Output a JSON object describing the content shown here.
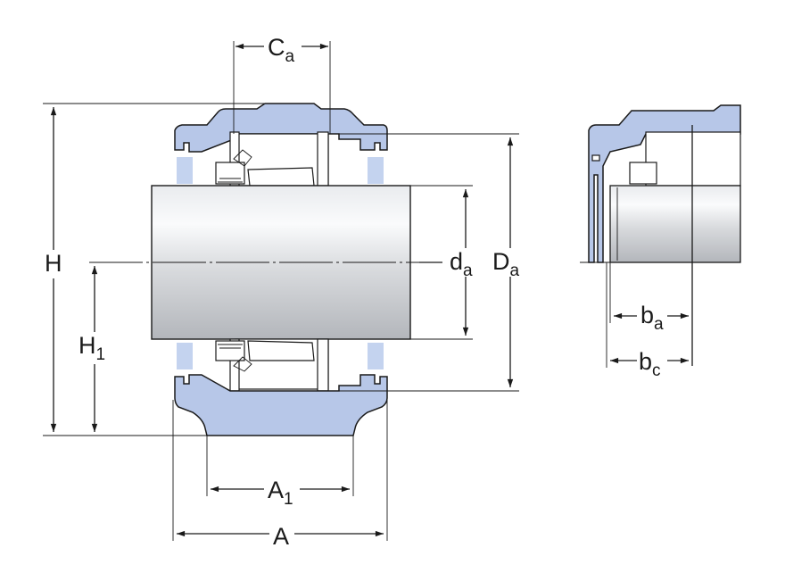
{
  "colors": {
    "housing": "#b7c7e8",
    "seal": "#c4d3ef",
    "line": "#1a1a1a",
    "shaft_light": "#f4f5f7",
    "shaft_dark": "#b9bcc1"
  },
  "dimensions": {
    "Ca": {
      "main": "C",
      "sub": "a"
    },
    "H": {
      "main": "H",
      "sub": ""
    },
    "H1": {
      "main": "H",
      "sub": "1"
    },
    "da": {
      "main": "d",
      "sub": "a"
    },
    "Da": {
      "main": "D",
      "sub": "a"
    },
    "A1": {
      "main": "A",
      "sub": "1"
    },
    "A": {
      "main": "A",
      "sub": ""
    },
    "ba": {
      "main": "b",
      "sub": "a"
    },
    "bc": {
      "main": "b",
      "sub": "c"
    }
  }
}
